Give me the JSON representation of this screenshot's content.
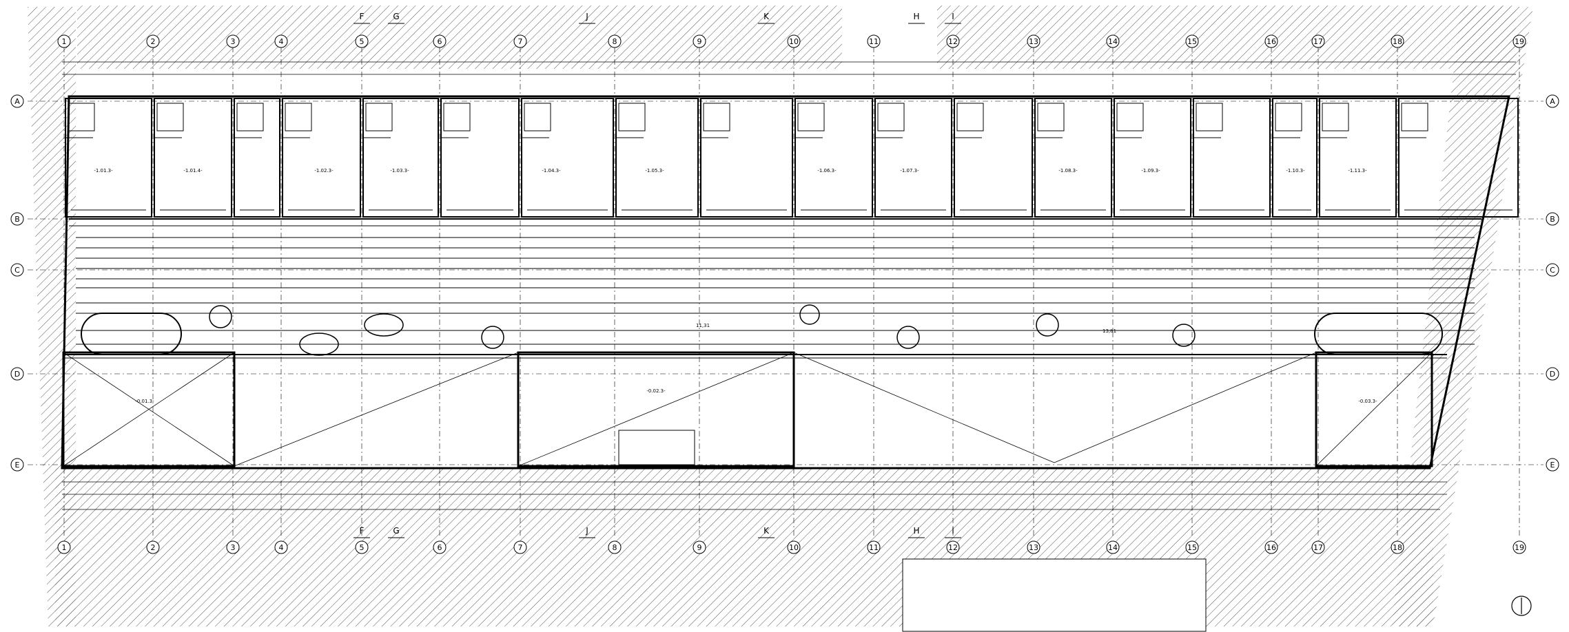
{
  "grid": {
    "columns": [
      "1",
      "2",
      "3",
      "4",
      "5",
      "6",
      "7",
      "8",
      "9",
      "10",
      "11",
      "12",
      "13",
      "14",
      "15",
      "16",
      "17",
      "18",
      "19"
    ],
    "rows": [
      "A",
      "B",
      "C",
      "D",
      "E"
    ],
    "section_marks": [
      "F",
      "G",
      "J",
      "K",
      "H",
      "I"
    ]
  },
  "spaces": [
    {
      "id": "-1.01.3-"
    },
    {
      "id": "-1.01.4-"
    },
    {
      "id": "-1.02.3-"
    },
    {
      "id": "-1.03.3-"
    },
    {
      "id": "-1.04.3-"
    },
    {
      "id": "-1.05.3-"
    },
    {
      "id": "-1.06.3-"
    },
    {
      "id": "-1.07.3-"
    },
    {
      "id": "-1.08.3-"
    },
    {
      "id": "-1.09.3-"
    },
    {
      "id": "-1.10.3-"
    },
    {
      "id": "-1.11.3-"
    }
  ],
  "basement_rooms": [
    {
      "id": "-0.01.3-"
    },
    {
      "id": "-0.02.3-"
    },
    {
      "id": "-0.03.3-"
    }
  ],
  "dimensions": {
    "top_total": "13,81",
    "bottom_total": "11,31"
  },
  "colors": {
    "line": "#000000",
    "hatch": "#555555",
    "paper": "#ffffff"
  },
  "north_arrow_icon": "north-arrow-icon"
}
